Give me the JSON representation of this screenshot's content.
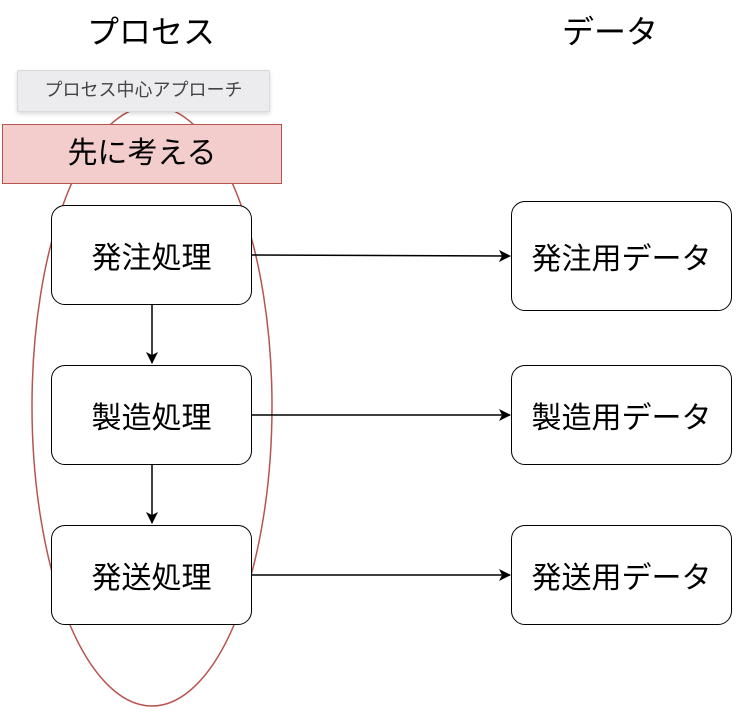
{
  "columns": {
    "process_title": "プロセス",
    "data_title": "データ"
  },
  "tag_label": "プロセス中心アプローチ",
  "banner_label": "先に考える",
  "processes": [
    {
      "label": "発注処理"
    },
    {
      "label": "製造処理"
    },
    {
      "label": "発送処理"
    }
  ],
  "data_stores": [
    {
      "label": "発注用データ"
    },
    {
      "label": "製造用データ"
    },
    {
      "label": "発送用データ"
    }
  ],
  "colors": {
    "ellipse_stroke": "#b85450",
    "banner_fill": "#f3cccc",
    "banner_stroke": "#b85450",
    "tag_fill": "#ececef",
    "arrow": "#000000"
  }
}
